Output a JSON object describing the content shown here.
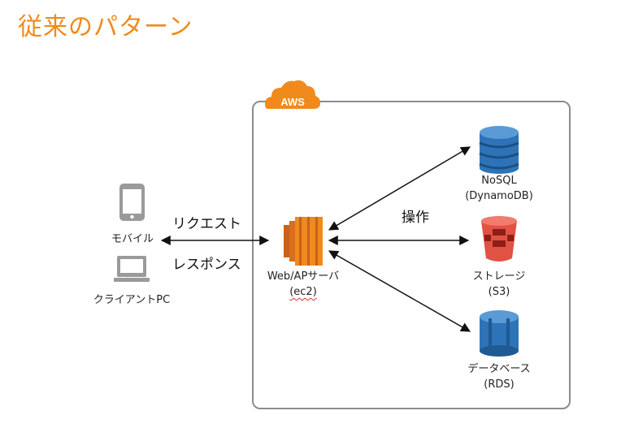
{
  "title": "従来のパターン",
  "aws": {
    "badge_label": "AWS",
    "badge_color": "#f08a1c"
  },
  "client": {
    "mobile_label": "モバイル",
    "pc_label": "クライアントPC"
  },
  "arrows": {
    "request_label": "リクエスト",
    "response_label": "レスポンス",
    "operation_label": "操作"
  },
  "server": {
    "label_line1": "Web/APサーバ",
    "label_line2": "(ec2)",
    "icon": "ec2-icon",
    "color": "#f08a1c"
  },
  "services": {
    "nosql": {
      "line1": "NoSQL",
      "line2": "(DynamoDB)",
      "icon": "dynamodb-icon",
      "color": "#2e73b8"
    },
    "storage": {
      "line1": "ストレージ",
      "line2": "(S3)",
      "icon": "s3-icon",
      "color": "#e05243"
    },
    "database": {
      "line1": "データベース",
      "line2": "(RDS)",
      "icon": "rds-icon",
      "color": "#2e73b8"
    }
  }
}
